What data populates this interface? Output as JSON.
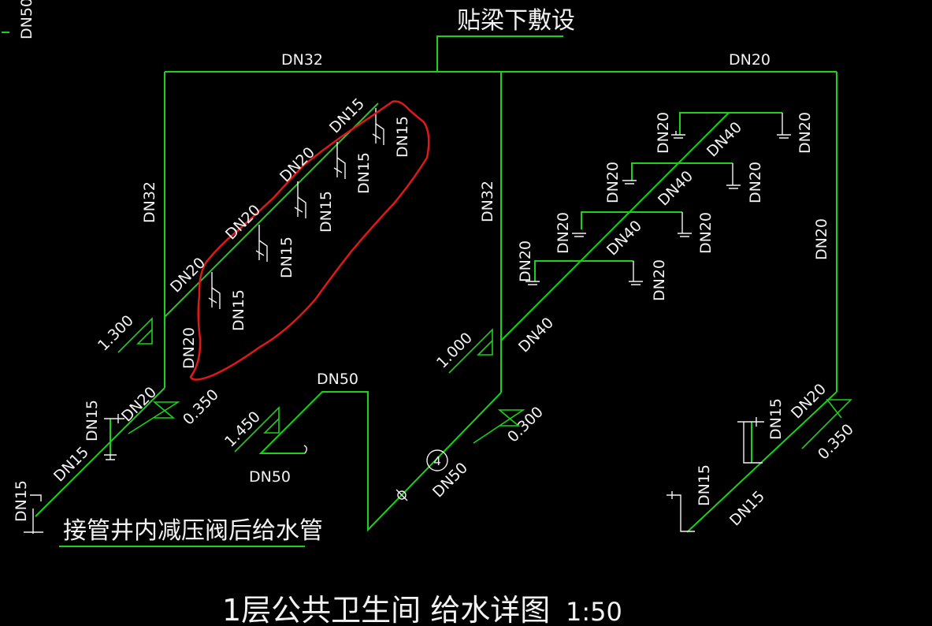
{
  "drawing": {
    "title": "1层公共卫生间 给水详图",
    "scale": "1:50",
    "notes": {
      "ceiling": "贴梁下敷设",
      "supply": "接管井内减压阀后给水管"
    },
    "marker_number": "4"
  },
  "labels": {
    "dn50_corner": "DN50",
    "dn32_top_left": "DN32",
    "dn20_top_right": "DN20",
    "dn32_left_riser": "DN32",
    "dn32_mid_riser": "DN32",
    "dn20_right_riser": "DN20",
    "dn15_diag_top": "DN15",
    "dn20_diag_upper": "DN20",
    "dn20_diag_mid": "DN20",
    "dn20_diag_lower": "DN20",
    "dn20_left_low": "DN20",
    "dn15_fix1": "DN15",
    "dn15_fix2": "DN15",
    "dn15_fix3": "DN15",
    "dn15_fix4": "DN15",
    "dn15_fix5": "DN15",
    "dn40_a": "DN40",
    "dn40_b": "DN40",
    "dn40_c": "DN40",
    "dn40_d": "DN40",
    "dn20_r1": "DN20",
    "dn20_r2": "DN20",
    "dn20_r3": "DN20",
    "dn20_r4": "DN20",
    "dn20_r5": "DN20",
    "dn20_r6": "DN20",
    "dn20_r7": "DN20",
    "dn20_r8": "DN20",
    "dn15_bl1": "DN15",
    "dn15_bl2": "DN15",
    "dn15_bl3": "DN15",
    "dn20_bl": "DN20",
    "dn50_mid_top": "DN50",
    "dn50_mid_low": "DN50",
    "dn50_main": "DN50",
    "dn15_br1": "DN15",
    "dn15_br2": "DN15",
    "dn15_br3": "DN15",
    "dn20_br": "DN20"
  },
  "elevations": {
    "e1": "1.300",
    "e2": "0.350",
    "e3": "1.450",
    "e4": "1.000",
    "e5": "0.300",
    "e6": "0.350"
  },
  "colors": {
    "background": "#000000",
    "pipe": "#19d219",
    "text": "#f2f2f2",
    "annotation": "#e01818"
  }
}
